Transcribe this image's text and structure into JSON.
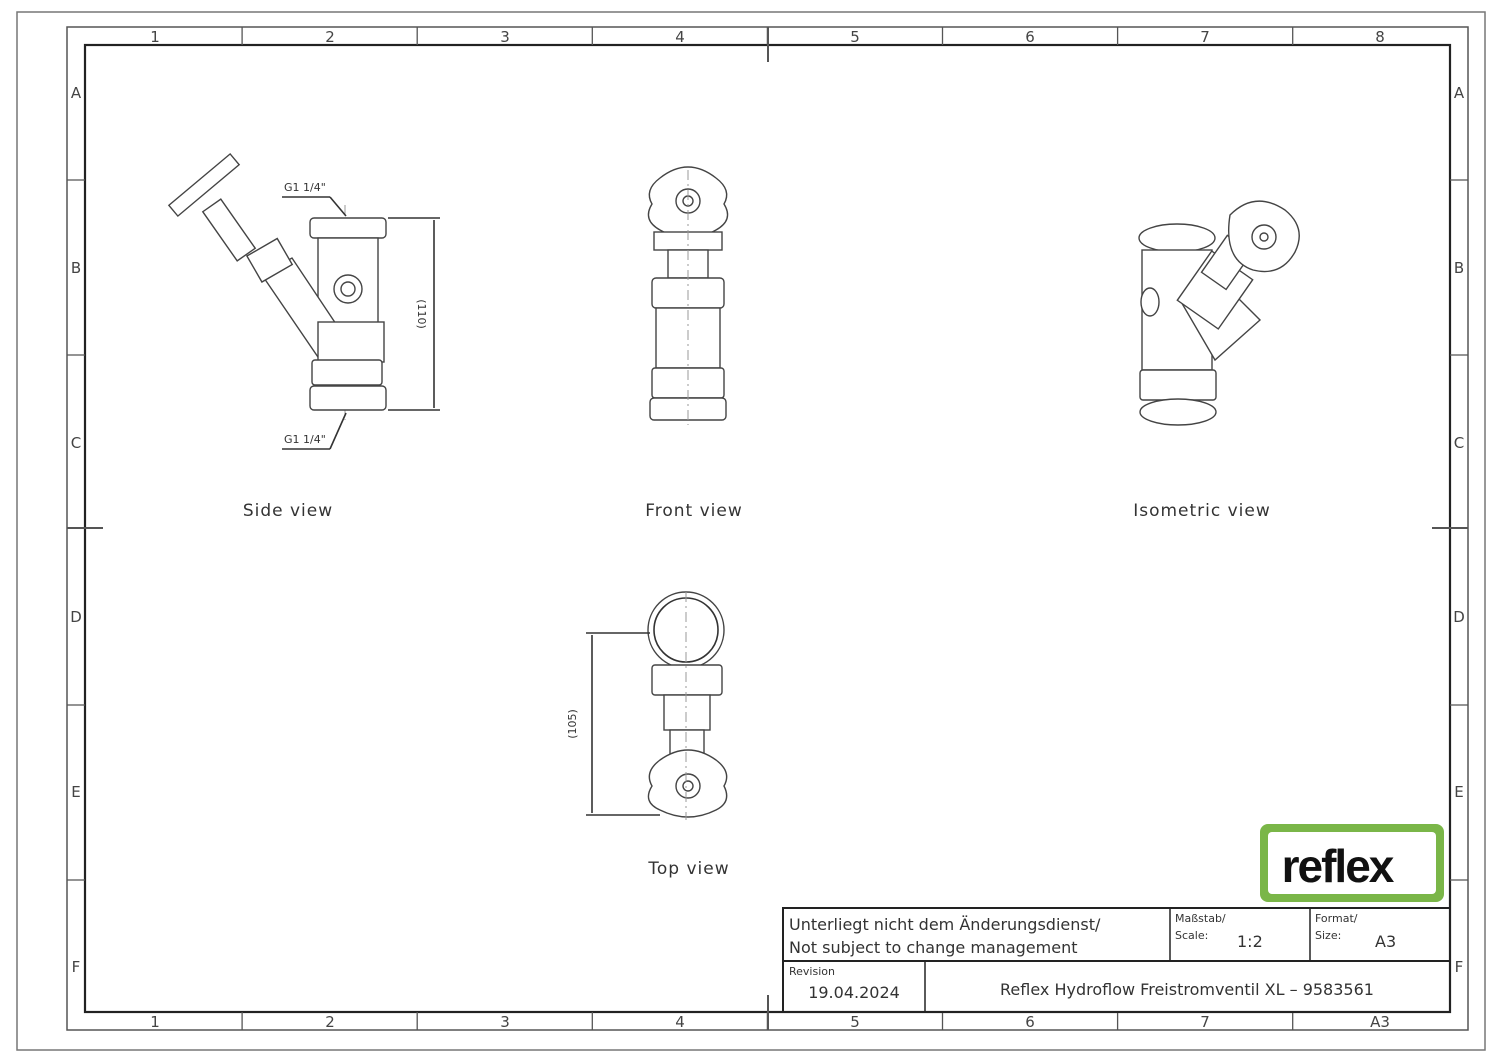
{
  "zones": {
    "columns_top": [
      "1",
      "2",
      "3",
      "4",
      "5",
      "6",
      "7",
      "8"
    ],
    "columns_bottom": [
      "1",
      "2",
      "3",
      "4",
      "5",
      "6",
      "7",
      "A3"
    ],
    "rows": [
      "A",
      "B",
      "C",
      "D",
      "E",
      "F"
    ]
  },
  "views": {
    "side": {
      "label": "Side view",
      "thread_top": "G1 1/4\"",
      "thread_bottom": "G1 1/4\"",
      "dimension": "(110)"
    },
    "front": {
      "label": "Front view"
    },
    "isometric": {
      "label": "Isometric view"
    },
    "top": {
      "label": "Top view",
      "dimension": "(105)"
    }
  },
  "logo": {
    "text": "reflex",
    "color": "#7ab648"
  },
  "title_block": {
    "note_line1": "Unterliegt nicht dem Änderungsdienst/",
    "note_line2": "Not subject to change management",
    "scale_label1": "Maßstab/",
    "scale_label2": "Scale:",
    "scale_value": "1:2",
    "format_label1": "Format/",
    "format_label2": "Size:",
    "format_value": "A3",
    "revision_label": "Revision",
    "revision_value": "19.04.2024",
    "title": "Reflex Hydroflow Freistromventil XL – 9583561"
  }
}
